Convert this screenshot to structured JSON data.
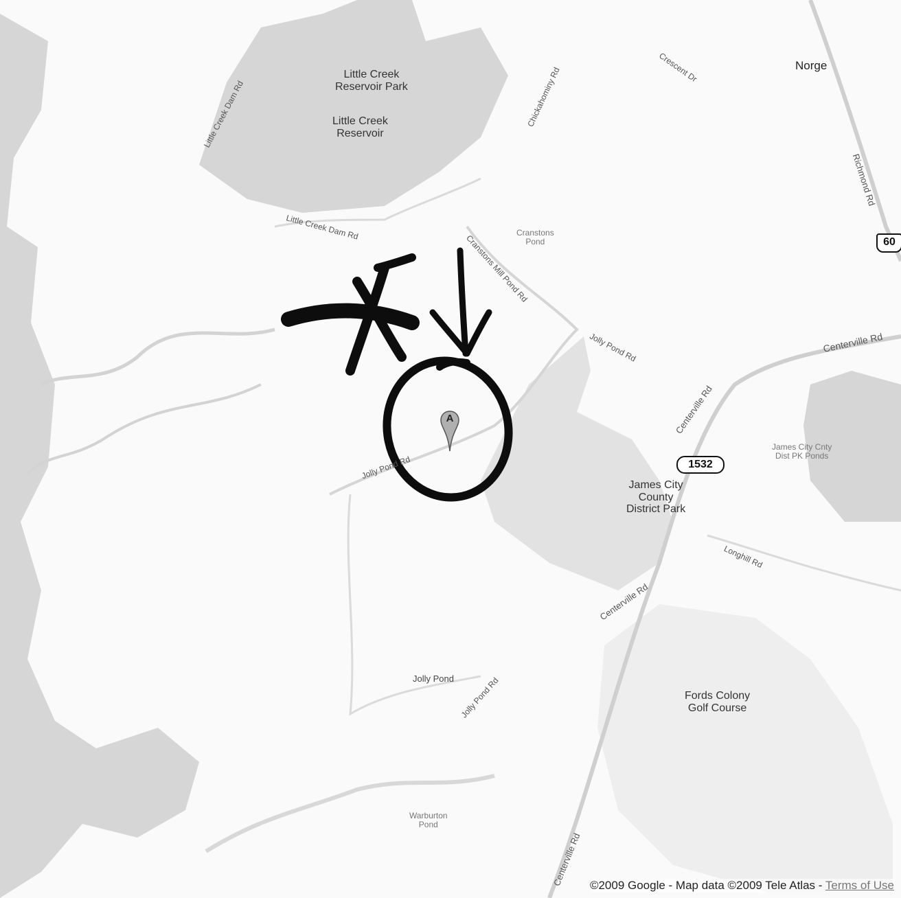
{
  "map": {
    "colors": {
      "land": "#fafafa",
      "water": "#d6d6d6",
      "park": "#e2e2e2",
      "road": "#cfcfcf",
      "ink": "#0d0d0d"
    },
    "places": {
      "norge": "Norge",
      "little_creek_park": "Little Creek\nReservoir Park",
      "little_creek_reservoir": "Little Creek\nReservoir",
      "cranstons_pond": "Cranstons\nPond",
      "jcc_district_park": "James City\nCounty\nDistrict Park",
      "jcc_dist_pk_ponds": "James City Cnty\nDist PK Ponds",
      "jolly_pond": "Jolly Pond",
      "fords_colony": "Fords Colony\nGolf Course",
      "warburton_pond": "Warburton\nPond"
    },
    "roads": {
      "little_creek_dam_rd_1": "Little Creek Dam Rd",
      "little_creek_dam_rd_2": "Little Creek Dam Rd",
      "cranstons_mill_pond_rd": "Cranstons Mill Pond Rd",
      "chickahominy_rd": "Chickahominy Rd",
      "crescent_dr": "Crescent Dr",
      "richmond_rd": "Richmond Rd",
      "centerville_rd_ne": "Centerville Rd",
      "centerville_rd_mid": "Centerville Rd",
      "centerville_rd_s": "Centerville Rd",
      "centerville_rd_bottom": "Centerville Rd",
      "jolly_pond_rd_n": "Jolly Pond Rd",
      "jolly_pond_rd_mid": "Jolly Pond Rd",
      "jolly_pond_rd_s": "Jolly Pond Rd",
      "longhill_rd": "Longhill Rd"
    },
    "shields": {
      "route_60": "60",
      "route_1532": "1532"
    },
    "marker": {
      "letter": "A"
    },
    "attribution": {
      "text": "©2009 Google - Map data ©2009 Tele Atlas - ",
      "terms": "Terms of Use"
    }
  }
}
